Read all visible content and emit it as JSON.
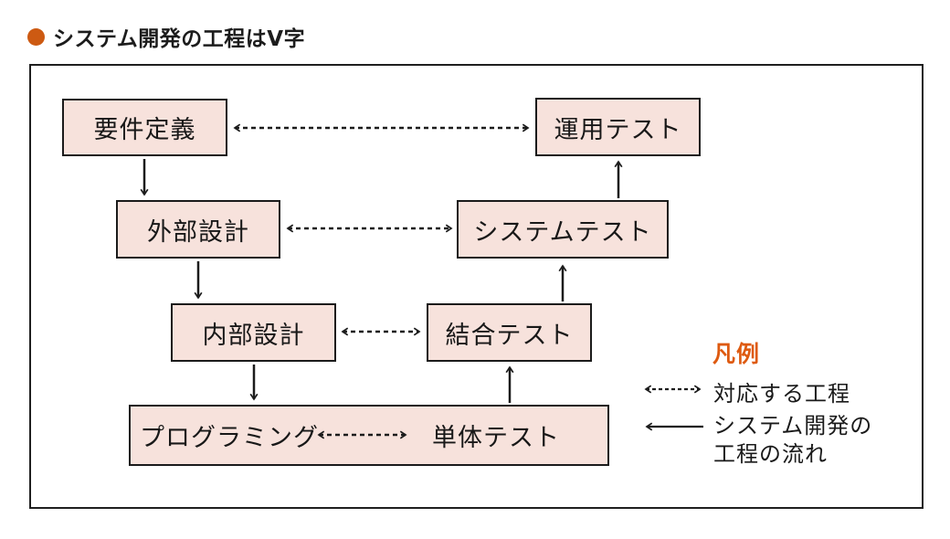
{
  "title": {
    "text": "システム開発の工程はV字"
  },
  "diagram": {
    "boxes": {
      "requirements": "要件定義",
      "external_design": "外部設計",
      "internal_design": "内部設計",
      "programming": "プログラミング",
      "unit_test": "単体テスト",
      "integration_test": "結合テスト",
      "system_test": "システムテスト",
      "operation_test": "運用テスト"
    },
    "legend": {
      "heading": "凡例",
      "dashed_arrow_label": "対応する工程",
      "solid_arrow_label_line1": "システム開発の",
      "solid_arrow_label_line2": "工程の流れ"
    },
    "colors": {
      "box_fill": "#f7e2dc",
      "box_border": "#1b1b1b",
      "accent_orange": "#de5a10",
      "bullet_orange": "#cd5a12"
    }
  }
}
